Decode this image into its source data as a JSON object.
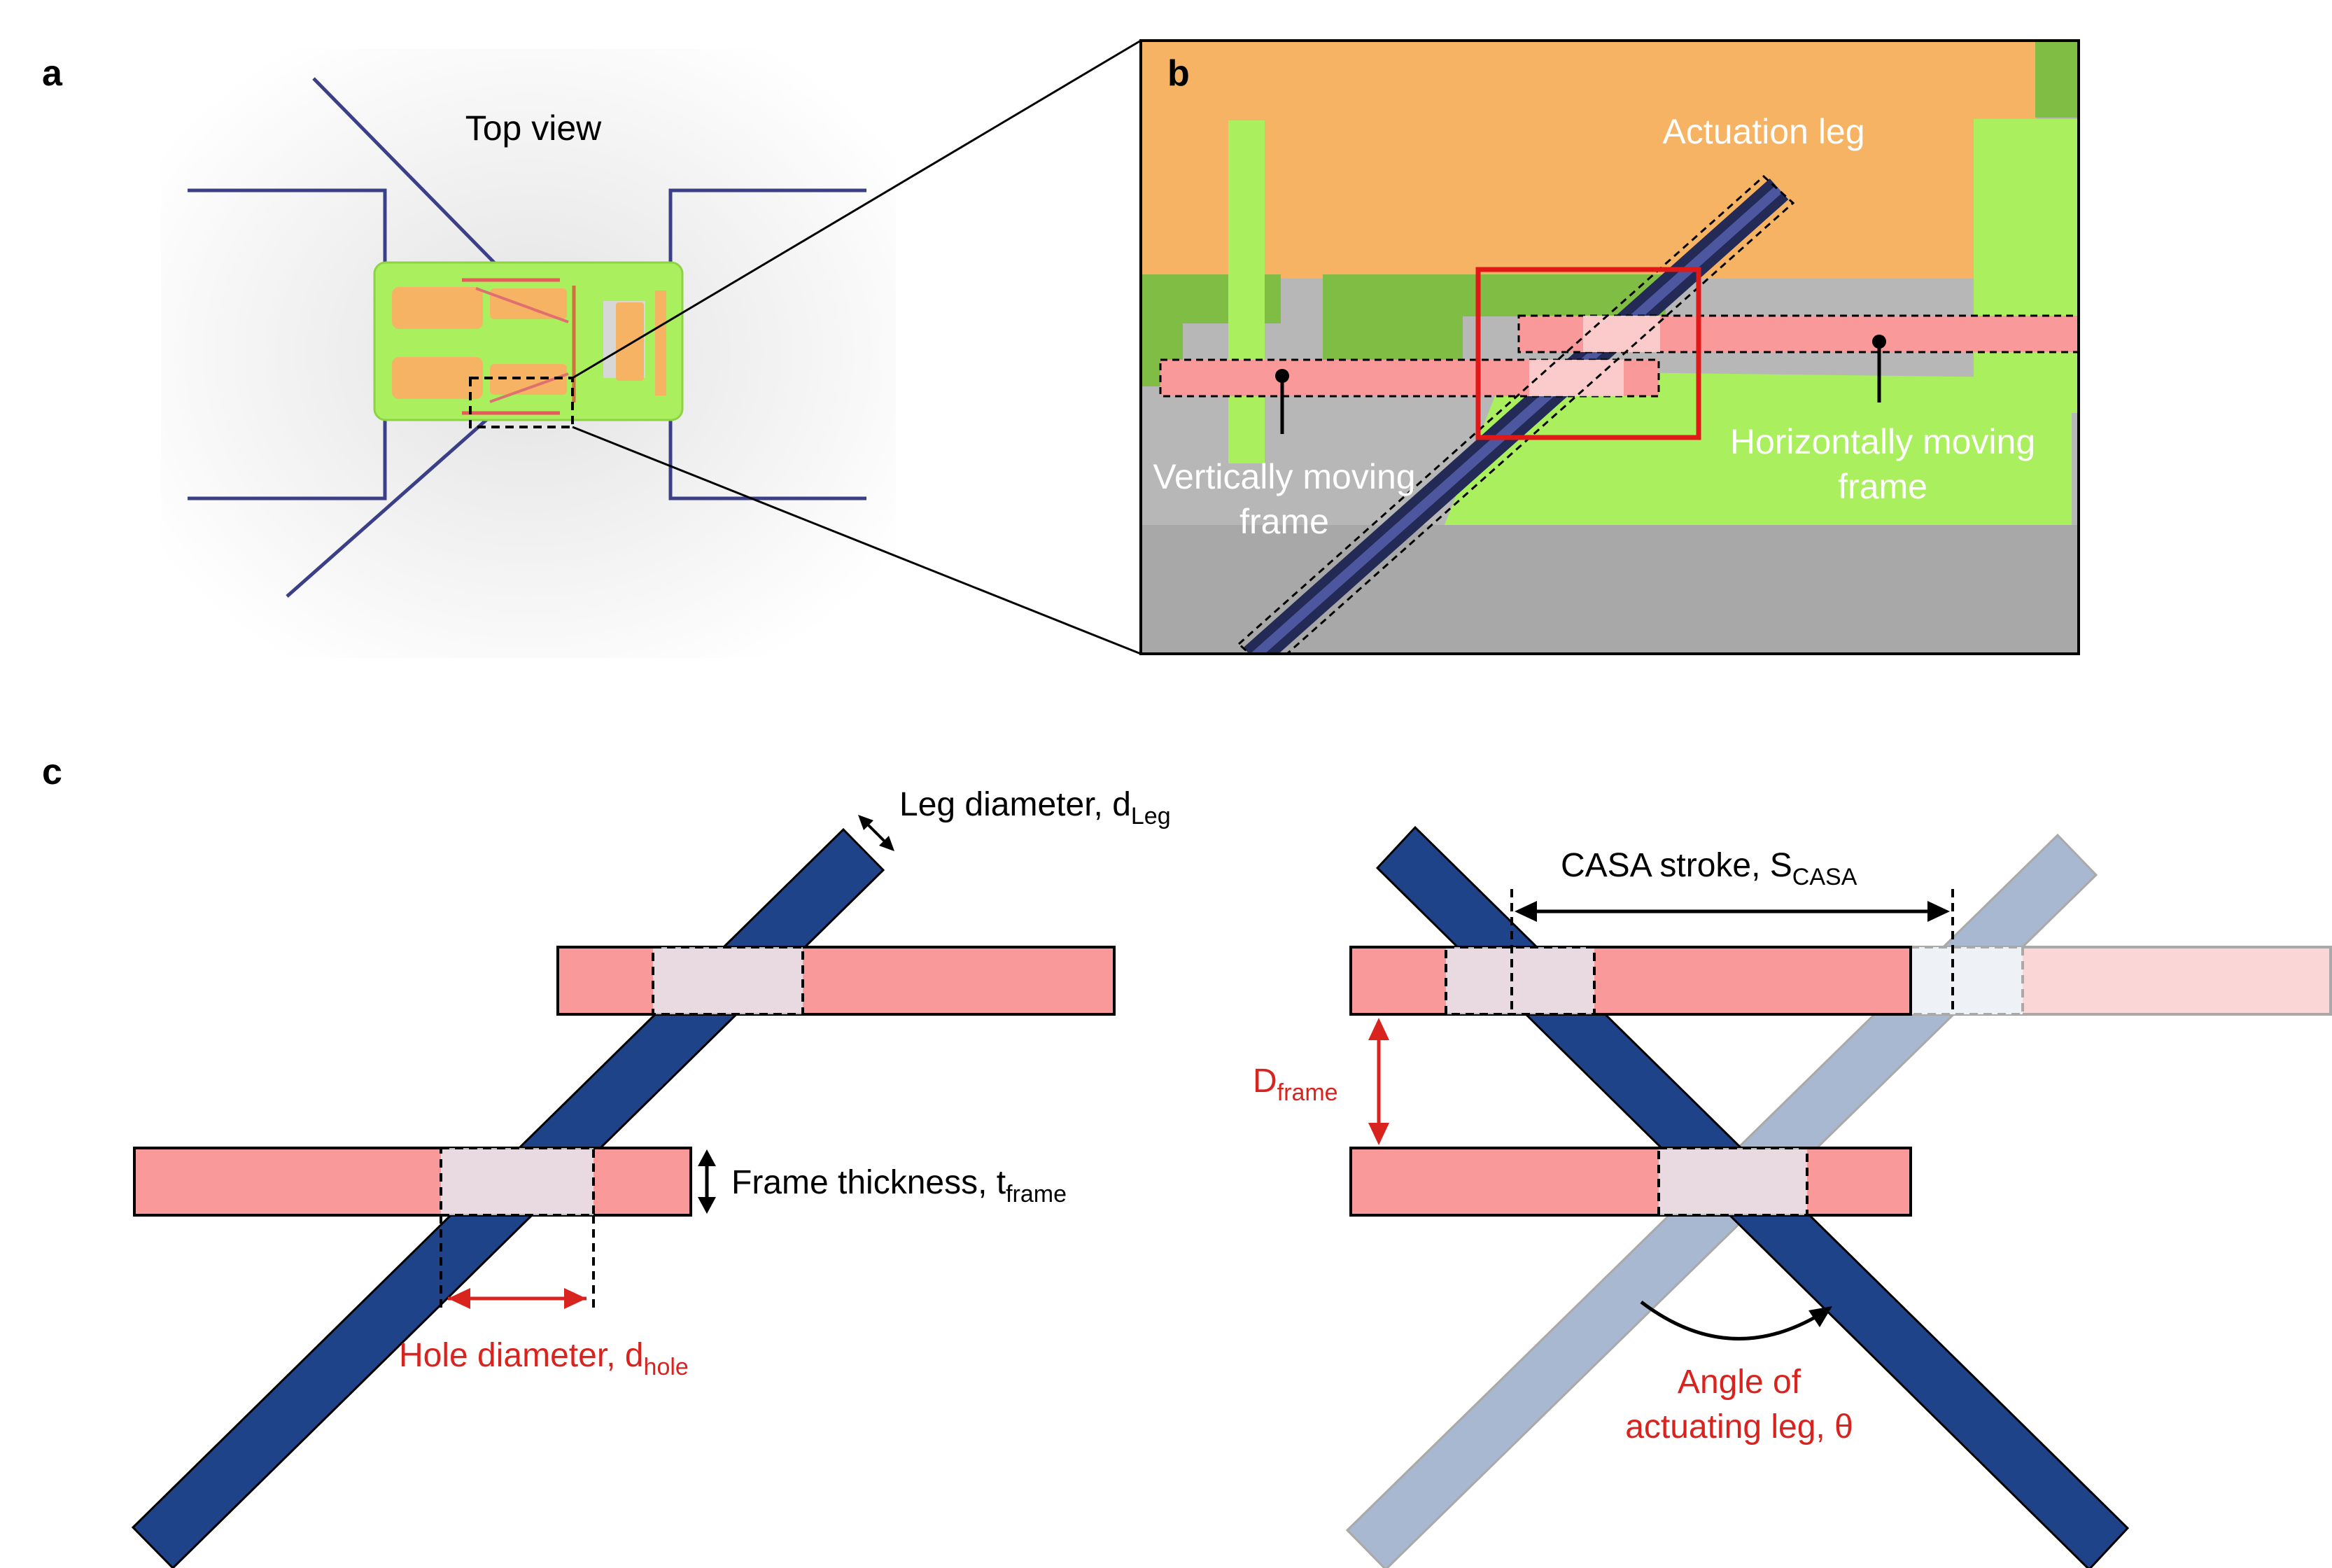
{
  "panels": {
    "a": {
      "letter": "a",
      "caption": "Top view"
    },
    "b": {
      "letter": "b",
      "labels": {
        "actuation_leg": "Actuation leg",
        "vertical_frame_line1": "Vertically moving",
        "vertical_frame_line2": "frame",
        "horizontal_frame_line1": "Horizontally moving",
        "horizontal_frame_line2": "frame"
      }
    },
    "c": {
      "letter": "c",
      "leg_diameter": {
        "text": "Leg diameter, d",
        "sub": "Leg"
      },
      "frame_thickness": {
        "text": "Frame thickness, t",
        "sub": "frame"
      },
      "hole_diameter": {
        "text": "Hole diameter, d",
        "sub": "hole"
      },
      "casa_stroke": {
        "text": "CASA stroke, S",
        "sub": "CASA"
      },
      "d_frame": {
        "text": "D",
        "sub": "frame"
      },
      "angle_line1": "Angle of",
      "angle_line2": "actuating leg, θ"
    }
  },
  "colors": {
    "leg_blue": "#1f4388",
    "leg_ghost": "#a7b8d0",
    "frame_pink": "#f99999",
    "frame_ghost": "#fbd6d6",
    "annotation_red": "#d9231f",
    "green": "#a9ef5e",
    "orange": "#f7b364",
    "gray": "#b5b5b5",
    "navy_outline": "#3a3f87"
  }
}
